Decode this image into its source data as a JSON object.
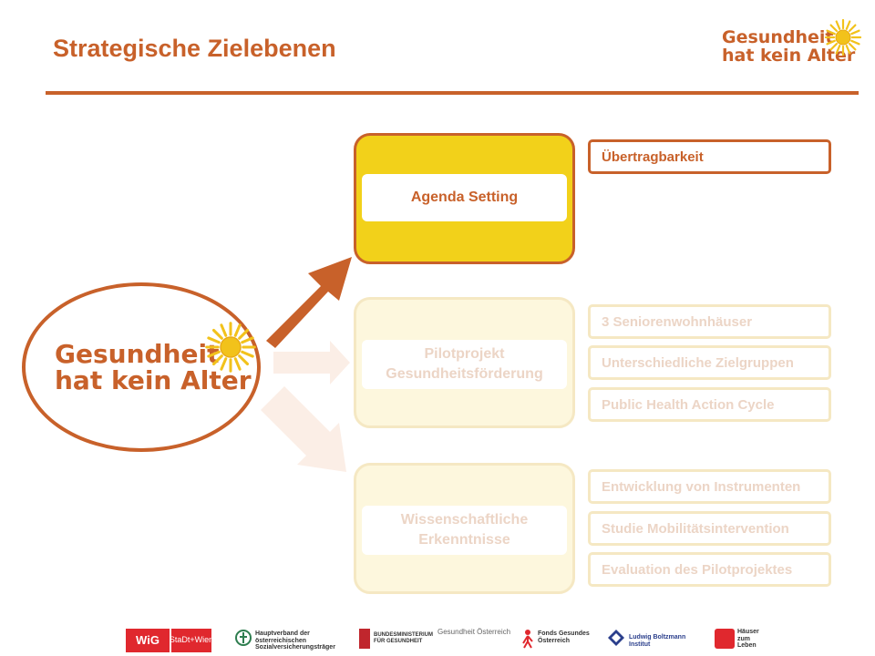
{
  "header": {
    "title": "Strategische Zielebenen",
    "logo_line1": "Gesundheit",
    "logo_line2": "hat kein Alter"
  },
  "center_logo": {
    "line1": "Gesundheit",
    "line2": "hat kein Alter"
  },
  "levels": [
    {
      "label": "Agenda Setting",
      "state": "active",
      "items": [
        "Übertragbarkeit"
      ]
    },
    {
      "label_line1": "Pilotprojekt",
      "label_line2": "Gesundheitsförderung",
      "state": "faded",
      "items": [
        "3 Seniorenwohnhäuser",
        "Unterschiedliche Zielgruppen",
        "Public Health Action Cycle"
      ]
    },
    {
      "label_line1": "Wissenschaftliche",
      "label_line2": "Erkenntnisse",
      "state": "faded",
      "items": [
        "Entwicklung von Instrumenten",
        "Studie Mobilitätsintervention",
        "Evaluation des Pilotprojektes"
      ]
    }
  ],
  "footer_logos": {
    "wig": "WiG",
    "stadt_wien": "StaDt+Wien",
    "hauptverband": "Hauptverband der österreichischen Sozialversicherungsträger",
    "bmg": "BUNDESMINISTERIUM FÜR GESUNDHEIT",
    "goeg": "Gesundheit Österreich",
    "fgoe": "Fonds Gesundes Österreich",
    "lbi": "Ludwig Boltzmann Institut",
    "haeuser": "Häuser zum Leben"
  },
  "colors": {
    "accent": "#c8612a",
    "active_fill": "#f2d11a",
    "faded_fill": "#fdf7dd",
    "faded_text": "#ecd5c6"
  },
  "icons": {
    "sun": "sun-icon",
    "arrow": "arrow-icon"
  }
}
